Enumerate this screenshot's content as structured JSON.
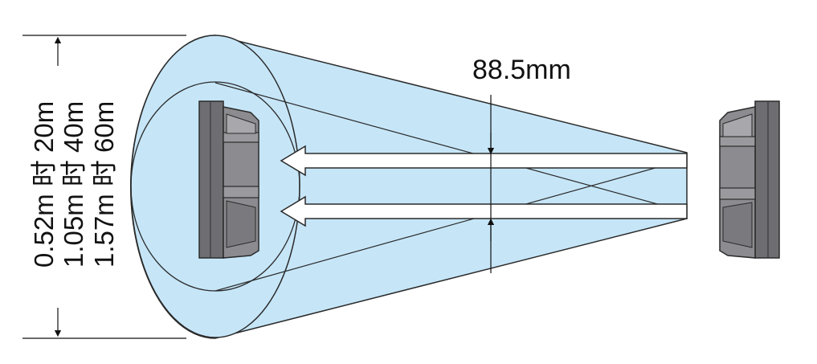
{
  "diagram": {
    "beam_spacing_label": "88.5mm",
    "range_labels": [
      "0.52m 时 20m",
      "1.05m 时 40m",
      "1.57m 时 60m"
    ]
  },
  "colors": {
    "beam_fill": "#c6e6f8",
    "outline": "#2a2a2a",
    "sensor_body": "#6e6e72",
    "sensor_face": "#9a9a9e",
    "sensor_dark": "#3a3a3e",
    "arrow_fill": "#ffffff"
  },
  "icons": {
    "receiver": "sensor-receiver-icon",
    "emitter": "sensor-emitter-icon",
    "beam_arrow": "arrow-left-icon"
  }
}
